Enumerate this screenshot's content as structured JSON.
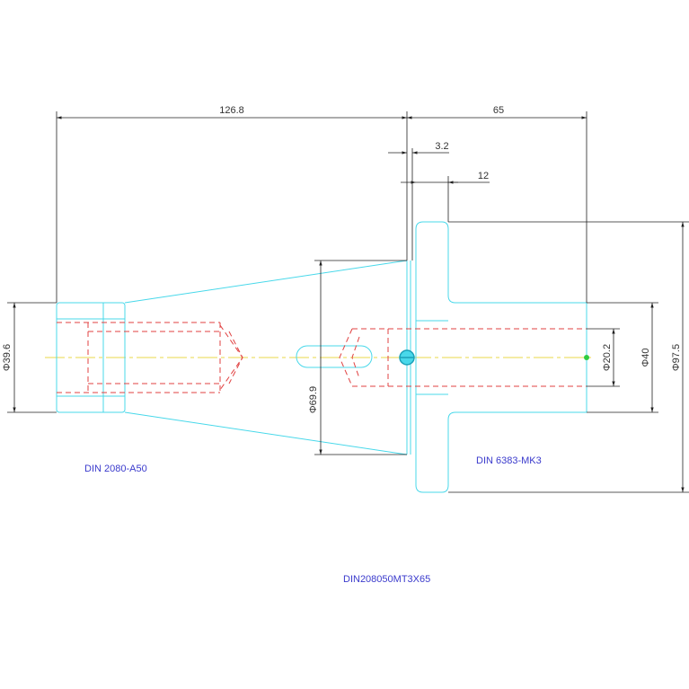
{
  "colors": {
    "outline": "#48d8ea",
    "hidden": "#e04040",
    "dimension": "#222222",
    "centerline": "#e8d84a",
    "label": "#3a3acc",
    "marker_teal": "#1aa0b8",
    "marker_green": "#2ecc40"
  },
  "dimensions": {
    "length_total": "126.8",
    "length_right": "65",
    "flange_gap": "3.2",
    "flange_width": "12",
    "dia_shank": "Φ39.6",
    "dia_cone": "Φ69.9",
    "dia_bore": "Φ20.2",
    "dia_hub": "Φ40",
    "dia_flange": "Φ97.5"
  },
  "labels": {
    "left_standard": "DIN 2080-A50",
    "right_standard": "DIN 6383-MK3",
    "part_number": "DIN208050MT3X65"
  }
}
